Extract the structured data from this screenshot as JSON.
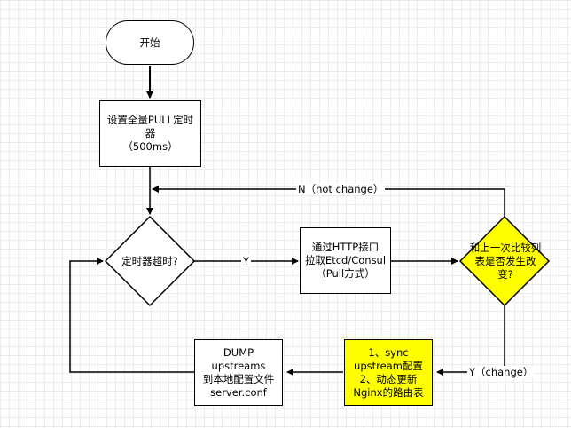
{
  "nodes": {
    "start": "开始",
    "timer_setup": "设置全量PULL定时器\n（500ms）",
    "timer_check": "定时器超时?",
    "pull": "通过HTTP接口\n拉取Etcd/Consul\n（Pull方式）",
    "compare": "和上一次比较列\n表是否发生改\n变?",
    "sync": "1、sync\nupstream配置\n2、动态更新\nNginx的路由表",
    "dump": "DUMP\nupstreams\n到本地配置文件\nserver.conf"
  },
  "edges": {
    "yes": "Y",
    "no_change": "N（not change）",
    "changed": "Y（change）"
  },
  "colors": {
    "highlight": "#ffff00",
    "stroke": "#000000"
  }
}
